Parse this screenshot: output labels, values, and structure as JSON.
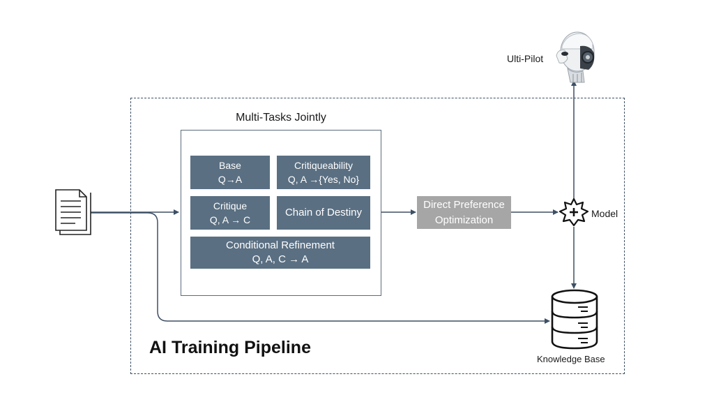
{
  "diagram": {
    "title": "AI Training Pipeline",
    "group_title": "Multi-Tasks Jointly",
    "tasks": {
      "base": {
        "title": "Base",
        "formula": "Q→A"
      },
      "critiqueability": {
        "title": "Critiqueability",
        "formula": "Q, A →{Yes, No}"
      },
      "critique": {
        "title": "Critique",
        "formula": "Q, A → C"
      },
      "chain": {
        "title": "Chain of Destiny"
      },
      "conditional": {
        "title": "Conditional Refinement",
        "formula": "Q, A, C → A"
      }
    },
    "dpo": {
      "line1": "Direct Preference",
      "line2": "Optimization"
    },
    "model_label": "Model",
    "pilot_label": "Ulti-Pilot",
    "kb_label": "Knowledge Base"
  },
  "colors": {
    "task_box": "#5a6f82",
    "dpo_box": "#a6a6a6",
    "frame": "#3d4f63",
    "arrow": "#3d4f63"
  }
}
